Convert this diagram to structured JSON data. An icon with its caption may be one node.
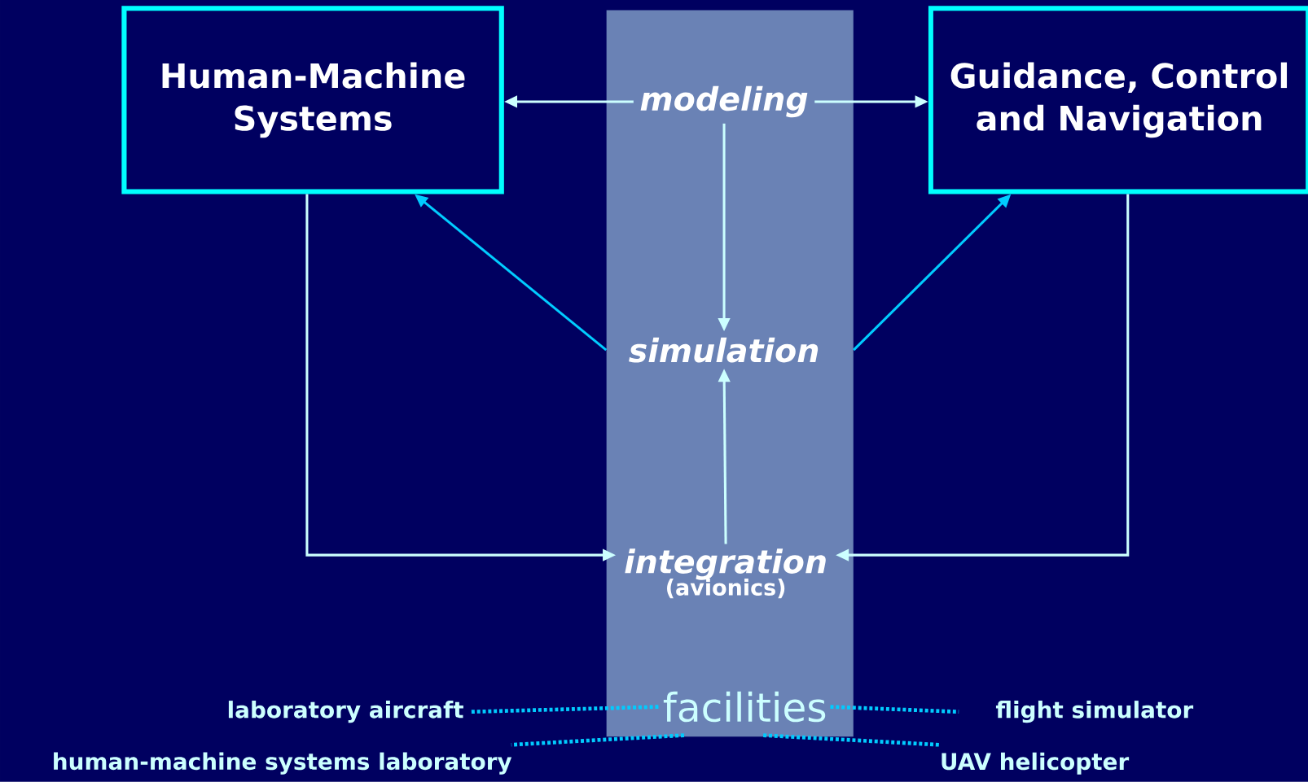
{
  "diagram": {
    "nodes": [
      {
        "text": [],
        "shape": "bar"
      },
      {
        "text": [
          "Human-Machine Systems"
        ]
      },
      {
        "text": [
          "modeling"
        ],
        "in": 0
      },
      {
        "text": [
          "Guidance, Control and Navigation"
        ]
      },
      {
        "text": [
          "simulation"
        ],
        "in": 0
      },
      {
        "text": [
          "integration",
          "(avionics)"
        ],
        "in": 0
      },
      {
        "text": [
          "facilities"
        ],
        "in": 0
      },
      {
        "text": [
          "laboratory aircraft"
        ]
      },
      {
        "text": [
          "flight simulator"
        ]
      },
      {
        "text": [
          "human-machine systems laboratory"
        ]
      },
      {
        "text": [
          "UAV helicopter"
        ]
      }
    ],
    "edges": [
      {
        "from": 2,
        "to": 1,
        "arrow": "to",
        "color": "#ccffff"
      },
      {
        "from": 2,
        "to": 3,
        "arrow": "to",
        "color": "#ccffff"
      },
      {
        "from": 2,
        "to": 4,
        "arrow": "to",
        "color": "#ccffff"
      },
      {
        "from": 4,
        "to": 1,
        "arrow": "to",
        "color": "#00ccff"
      },
      {
        "from": 4,
        "to": 3,
        "arrow": "to",
        "color": "#00ccff"
      },
      {
        "from": 5,
        "to": 4,
        "arrow": "to",
        "color": "#ccffff"
      },
      {
        "from": 1,
        "to": 5,
        "arrow": "to",
        "color": "#ccffff"
      },
      {
        "from": 3,
        "to": 5,
        "arrow": "to",
        "color": "#ccffff"
      },
      {
        "from": 7,
        "to": 6,
        "arrow": "none",
        "style": "dashed",
        "color": "#00ccff"
      },
      {
        "from": 6,
        "to": 8,
        "arrow": "none",
        "style": "dashed",
        "color": "#00ccff"
      },
      {
        "from": 6,
        "to": 9,
        "arrow": "none",
        "style": "dashed",
        "color": "#00ccff"
      },
      {
        "from": 6,
        "to": 10,
        "arrow": "none",
        "style": "dashed",
        "color": "#00ccff"
      }
    ]
  }
}
